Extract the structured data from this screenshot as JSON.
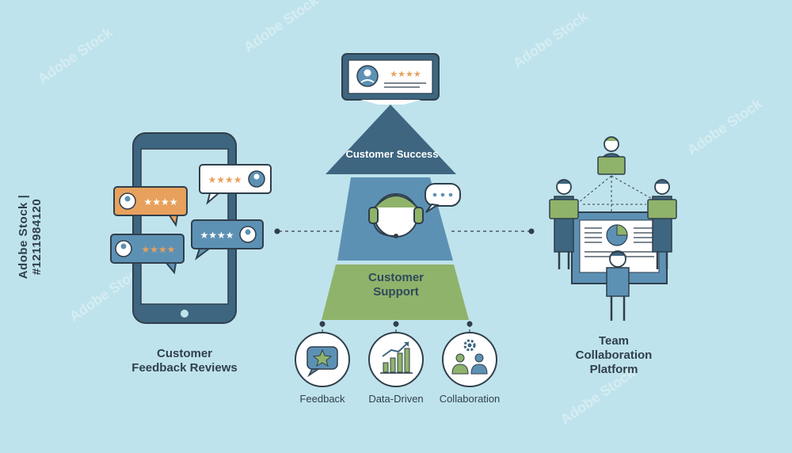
{
  "side_credit": "Adobe Stock | #1211984120",
  "watermark_text": "Adobe Stock",
  "left": {
    "caption_line1": "Customer",
    "caption_line2": "Feedback Reviews"
  },
  "center": {
    "tier_top": "Customer Success",
    "tier_bottom_line1": "Customer",
    "tier_bottom_line2": "Support",
    "circles": [
      {
        "label": "Feedback",
        "icon": "star-chat-icon"
      },
      {
        "label": "Data-Driven",
        "icon": "bar-chart-icon"
      },
      {
        "label": "Collaboration",
        "icon": "team-gear-icon"
      }
    ]
  },
  "right": {
    "caption_line1": "Team",
    "caption_line2": "Collaboration",
    "caption_line3": "Platform"
  },
  "colors": {
    "background": "#bfe3ec",
    "navy": "#3e6680",
    "mid_blue": "#5d91b4",
    "green": "#8fb36a",
    "orange": "#e7a15d",
    "outline": "#2f3f4c"
  }
}
